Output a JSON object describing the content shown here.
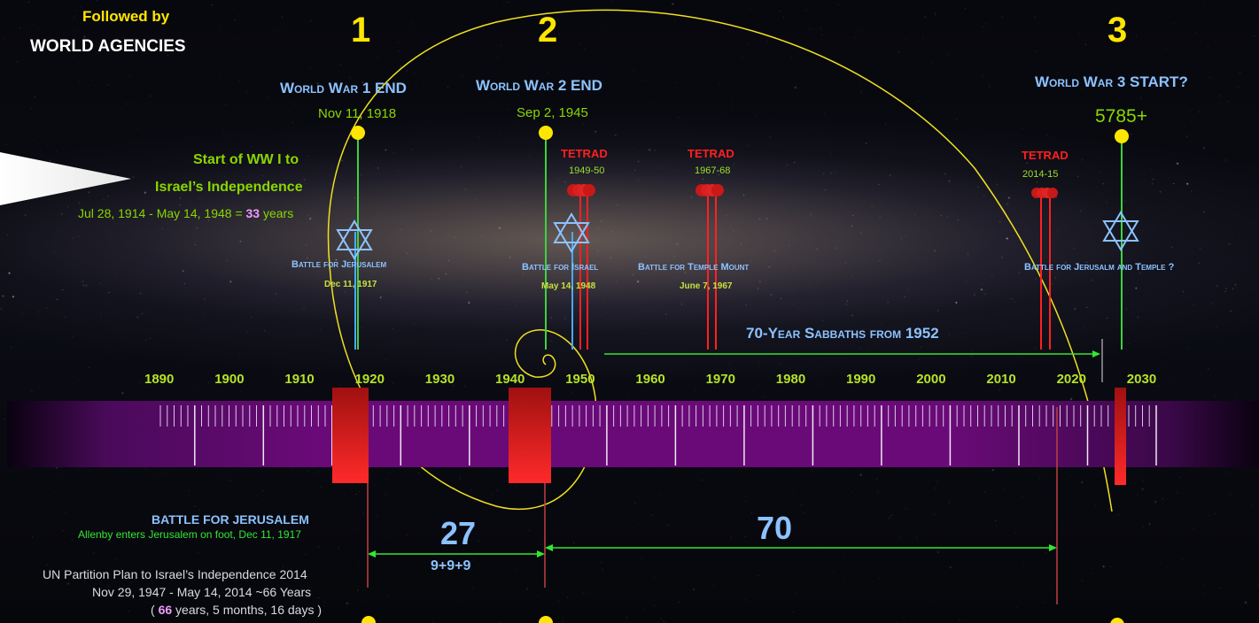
{
  "header": {
    "followed_line1": "Followed by",
    "followed_line2": "WORLD AGENCIES"
  },
  "markers": [
    {
      "number": "1",
      "title": "World War  1 END",
      "date": "Nov 11, 1918"
    },
    {
      "number": "2",
      "title": "World War 2 END",
      "date": "Sep 2, 1945"
    },
    {
      "number": "3",
      "title": "World War 3 START?",
      "date": "5785+"
    }
  ],
  "left_note": {
    "line1": "Start of WW I to",
    "line2": "Israel’s Independence",
    "line3_prefix": "Jul 28, 1914 - May 14, 1948 = ",
    "line3_value": "33",
    "line3_suffix": " years"
  },
  "tetrads": [
    {
      "label": "TETRAD",
      "years": "1949-50"
    },
    {
      "label": "TETRAD",
      "years": "1967-68"
    },
    {
      "label": "TETRAD",
      "years": "2014-15"
    }
  ],
  "battles": [
    {
      "title": "Battle for Jerusalem",
      "date": "Dec 11, 1917"
    },
    {
      "title": "Battle for Israel",
      "date": "May 14, 1948"
    },
    {
      "title": "Battle for Temple Mount",
      "date": "June 7, 1967"
    },
    {
      "title": "Battle for Jerusalm and Temple ?",
      "date": ""
    }
  ],
  "sabbath_label": "70-Year Sabbaths from 1952",
  "axis_years": [
    "1890",
    "1900",
    "1910",
    "1920",
    "1930",
    "1940",
    "1950",
    "1960",
    "1970",
    "1980",
    "1990",
    "2000",
    "2010",
    "2020",
    "2030"
  ],
  "intervals": {
    "first_value": "27",
    "first_sub": "9+9+9",
    "second_value": "70"
  },
  "bottom_notes": {
    "battle_title": "BATTLE FOR JERUSALEM",
    "battle_sub": "Allenby enters Jerusalem on foot, Dec 11, 1917",
    "un_line1": "UN Partition Plan to Israel’s Independence 2014",
    "un_line2": "Nov 29, 1947 - May 14, 2014 ~66 Years",
    "un_line3_prefix": "( ",
    "un_line3_value": "66",
    "un_line3_suffix": " years, 5 months, 16 days )"
  },
  "colors": {
    "accent_yellow": "#ffe600",
    "title_blue": "#8cc2ff",
    "tetrad_red": "#ff2020",
    "band_purple": "#6a0a78",
    "arrow_green": "#33e633"
  }
}
